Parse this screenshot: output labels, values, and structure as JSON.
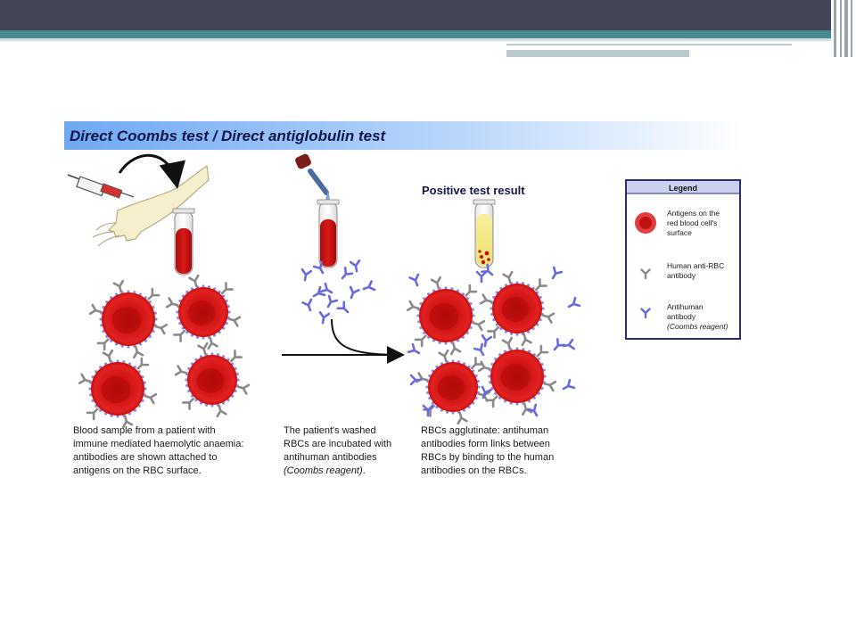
{
  "figure": {
    "title": "Direct Coombs test / Direct antiglobulin test",
    "result_label": "Positive test result",
    "legend": {
      "title": "Legend",
      "items": [
        {
          "lines": [
            "Antigens on the",
            "red blood cell's",
            "surface"
          ],
          "icon": "antigen-cell-icon"
        },
        {
          "lines": [
            "Human anti-RBC",
            "antibody"
          ],
          "icon": "human-antibody-icon"
        },
        {
          "lines": [
            "Antihuman",
            "antibody"
          ],
          "italic_line": "(Coombs reagent)",
          "icon": "antihuman-antibody-icon"
        }
      ]
    },
    "captions": {
      "step1": [
        "Blood sample from a patient with",
        "immune mediated haemolytic anaemia:",
        "antibodies are shown attached to",
        "antigens on the RBC surface."
      ],
      "step2_lines": [
        "The patient's washed",
        "RBCs are incubated with",
        "antihuman antibodies"
      ],
      "step2_italic": "(Coombs reagent)",
      "step2_tail": ".",
      "step3": [
        "RBCs agglutinate: antihuman",
        "antibodies form links between",
        "RBCs by binding to the human",
        "antibodies on the RBCs."
      ]
    }
  },
  "colors": {
    "header_dark": "#434656",
    "header_teal": "#4a8a8e",
    "rbc_red": "#cc1111",
    "human_antibody": "#8a8a8a",
    "antihuman_antibody": "#6a6ae0",
    "legend_border": "#2b2b7a"
  }
}
